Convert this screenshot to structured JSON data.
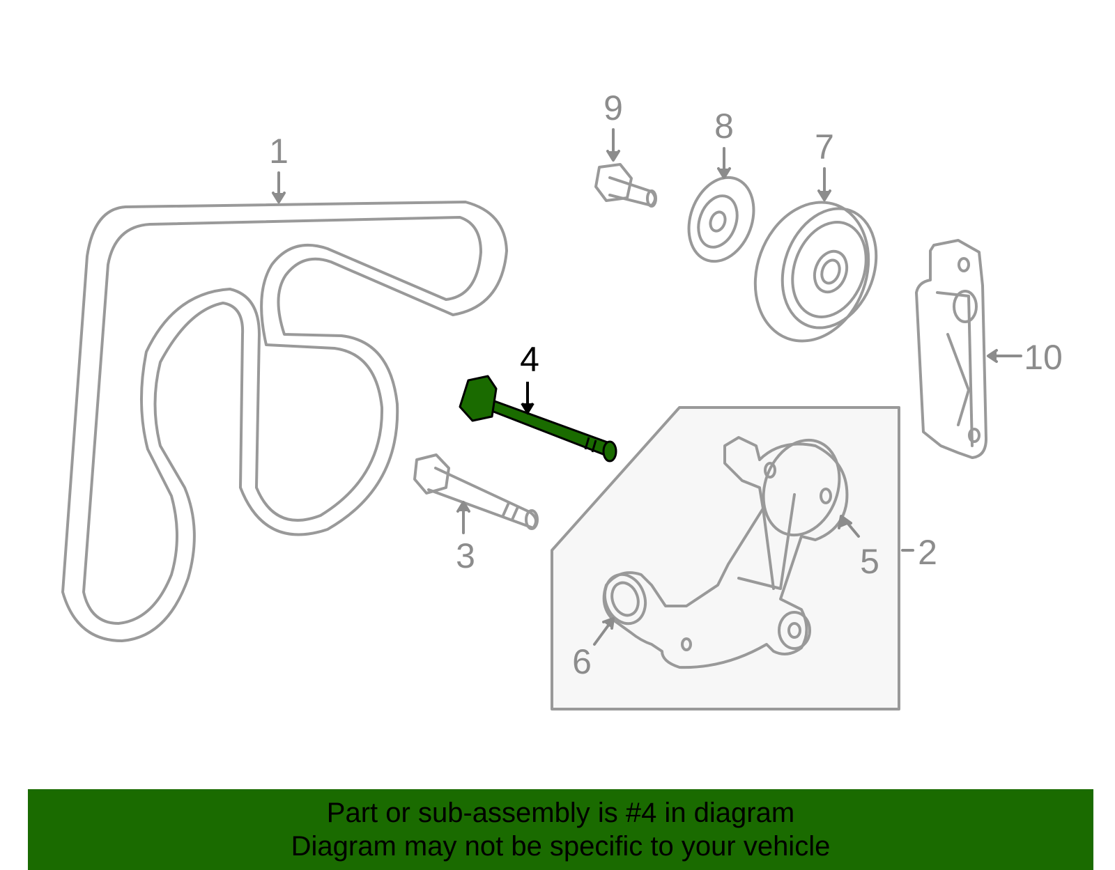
{
  "callouts": {
    "c1": "1",
    "c2": "2",
    "c3": "3",
    "c4": "4",
    "c5": "5",
    "c6": "6",
    "c7": "7",
    "c8": "8",
    "c9": "9",
    "c10": "10"
  },
  "highlighted_part": "4",
  "colors": {
    "highlight": "#1a6b00",
    "outline": "#999999",
    "banner": "#1a6b00"
  },
  "banner": {
    "line1": "Part or sub-assembly is #4 in diagram",
    "line2": "Diagram may not be specific to your vehicle"
  }
}
